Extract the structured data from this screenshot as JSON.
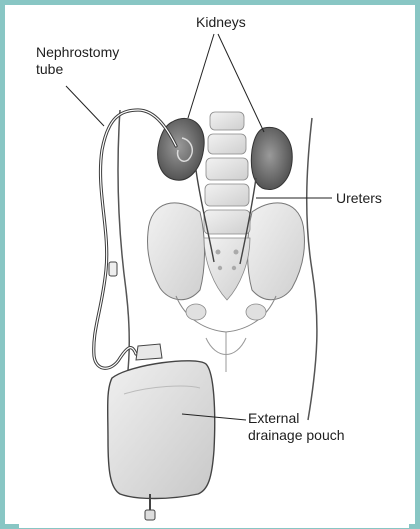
{
  "colors": {
    "frame": "#88c6c4",
    "ink": "#3a3a3a",
    "kidney": "#6e6e6e",
    "text": "#1e1e1e"
  },
  "labels": {
    "kidneys": "Kidneys",
    "nephrostomy_line1": "Nephrostomy",
    "nephrostomy_line2": "tube",
    "ureters": "Ureters",
    "pouch_line1": "External",
    "pouch_line2": "drainage pouch"
  }
}
